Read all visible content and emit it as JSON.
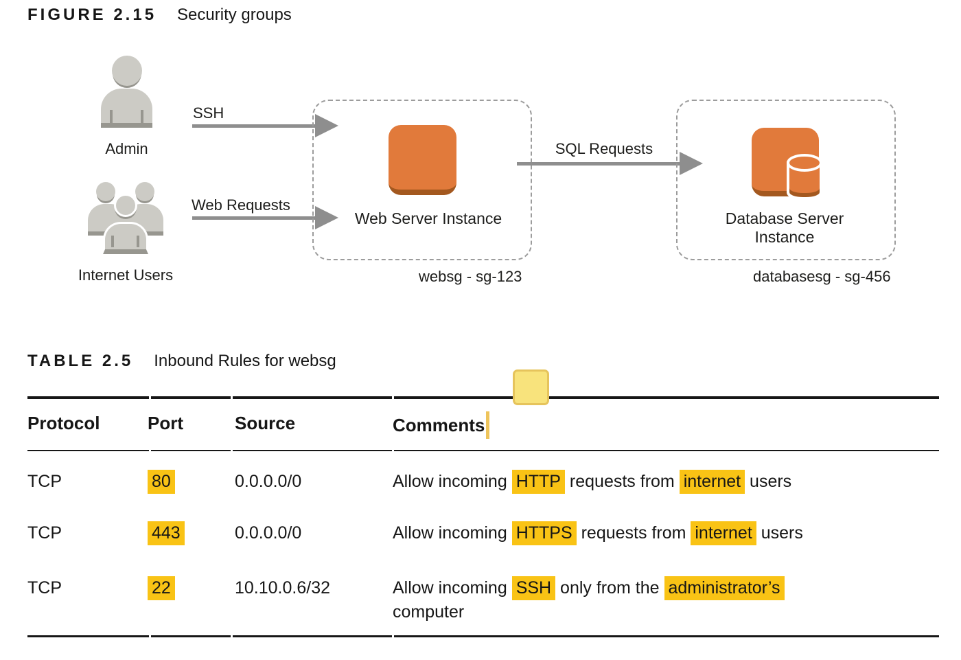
{
  "figure": {
    "label": "FIGURE 2.15",
    "title": "Security groups"
  },
  "diagram": {
    "admin_label": "Admin",
    "internet_users_label": "Internet Users",
    "ssh_arrow_label": "SSH",
    "web_requests_arrow_label": "Web Requests",
    "sql_requests_arrow_label": "SQL Requests",
    "web_instance_label": "Web Server Instance",
    "web_sg_label": "websg - sg-123",
    "db_instance_label": "Database Server Instance",
    "db_sg_label": "databasesg - sg-456"
  },
  "table": {
    "label": "TABLE 2.5",
    "title": "Inbound Rules for websg",
    "headers": [
      "Protocol",
      "Port",
      "Source",
      "Comments"
    ],
    "rows": [
      {
        "protocol": "TCP",
        "port": "80",
        "port_highlight": true,
        "source": "0.0.0.0/0",
        "comment": [
          {
            "text": "Allow incoming "
          },
          {
            "text": "HTTP",
            "h": true
          },
          {
            "text": " requests from "
          },
          {
            "text": "internet",
            "h": true
          },
          {
            "text": " users"
          }
        ]
      },
      {
        "protocol": "TCP",
        "port": "443",
        "port_highlight": true,
        "source": "0.0.0.0/0",
        "comment": [
          {
            "text": "Allow incoming "
          },
          {
            "text": "HTTPS",
            "h": true
          },
          {
            "text": " requests from "
          },
          {
            "text": "internet",
            "h": true
          },
          {
            "text": " users"
          }
        ]
      },
      {
        "protocol": "TCP",
        "port": "22",
        "port_highlight": true,
        "source": "10.10.0.6/32",
        "comment": [
          {
            "text": "Allow incoming "
          },
          {
            "text": "SSH",
            "h": true
          },
          {
            "text": " only from the "
          },
          {
            "text": "administrator’s",
            "h": true
          },
          {
            "br": true
          },
          {
            "text": "computer"
          }
        ]
      }
    ]
  },
  "annotations": {
    "highlight_color": "#F9C315",
    "note_fill": "#F8E37C",
    "note_border": "#E6C45C",
    "caret_color": "#EEC45B"
  },
  "colors": {
    "instance_orange": "#E17A3B",
    "instance_orange_dark": "#A3581F",
    "icon_gray": "#CCCBC5",
    "icon_gray_dark": "#97968F",
    "arrow_gray": "#8E8E8E",
    "dashed_border_gray": "#9C9C9C",
    "text": "#161616"
  }
}
